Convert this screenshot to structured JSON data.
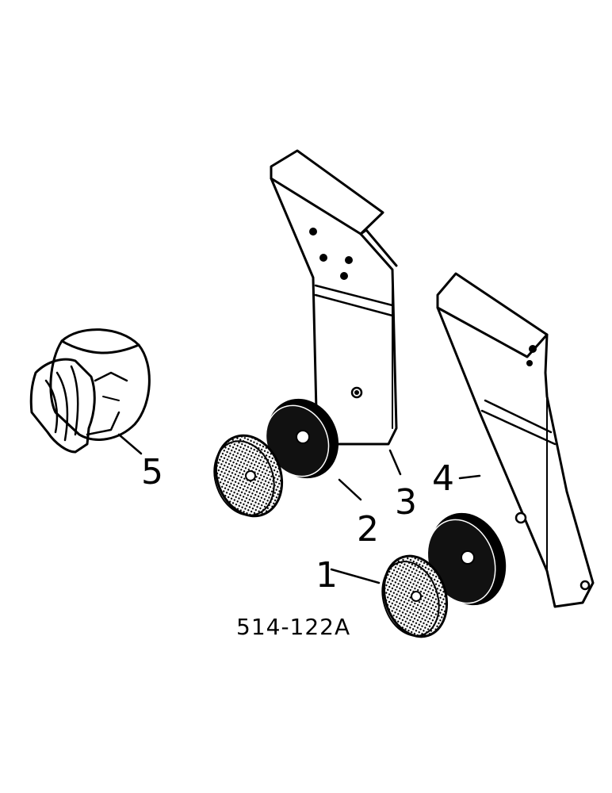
{
  "diagram": {
    "reference_number": "514-122A",
    "callouts": [
      "1",
      "2",
      "3",
      "4",
      "5"
    ],
    "parts": [
      {
        "callout": "1",
        "icon": "red-reflector-lens-icon"
      },
      {
        "callout": "2",
        "icon": "amber-reflector-disc-icon"
      },
      {
        "callout": "3",
        "icon": "left-reflector-bracket-icon"
      },
      {
        "callout": "4",
        "icon": "right-reflector-bracket-icon"
      },
      {
        "callout": "5",
        "icon": "electrical-socket-icon"
      }
    ]
  }
}
